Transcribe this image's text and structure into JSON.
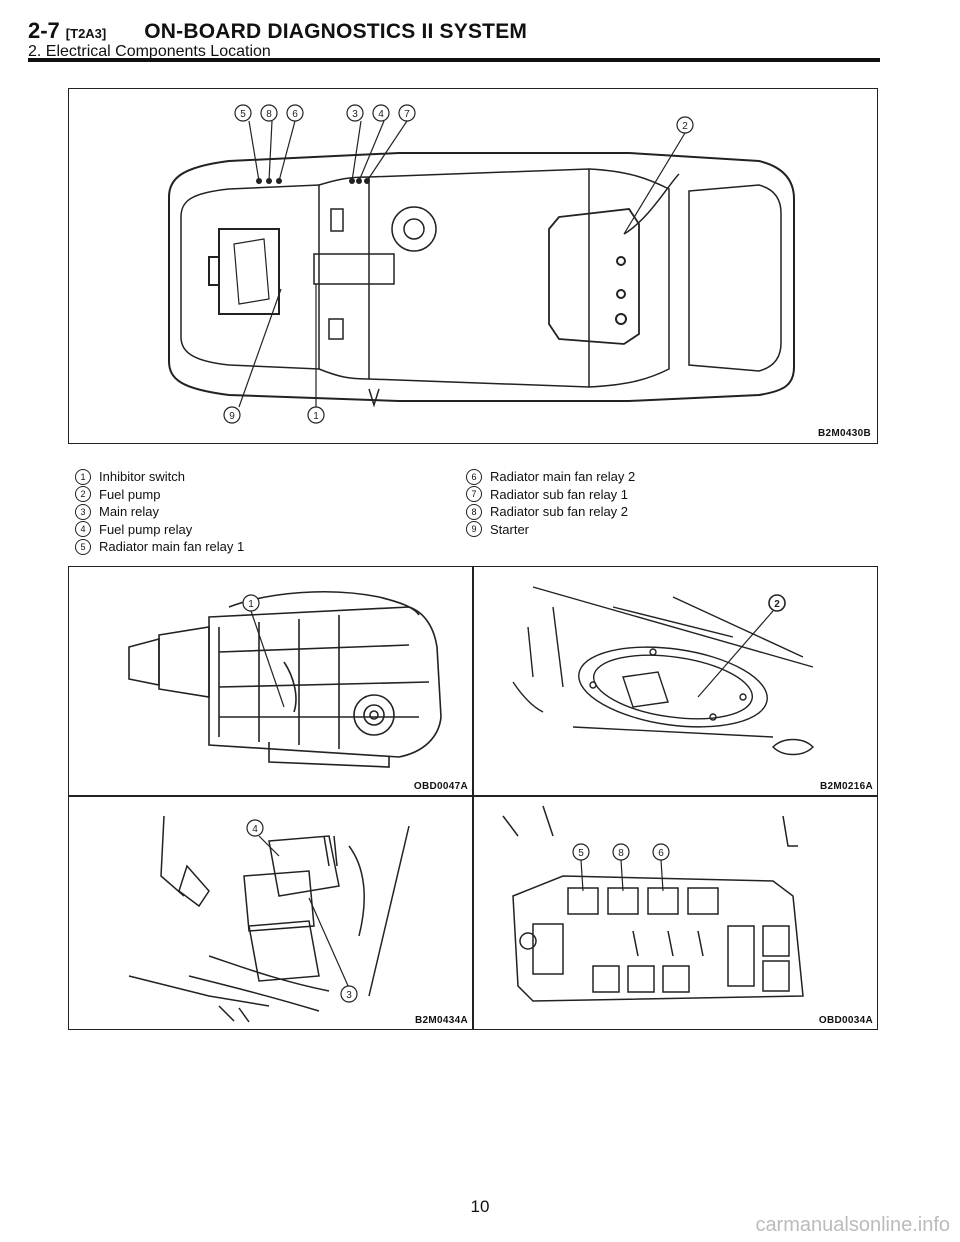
{
  "header": {
    "section_number": "2-7",
    "section_code": "[T2A3]",
    "title": "ON-BOARD DIAGNOSTICS II SYSTEM",
    "subtitle": "2. Electrical Components Location"
  },
  "main_figure": {
    "code": "B2M0430B",
    "callouts": [
      "5",
      "8",
      "6",
      "3",
      "4",
      "7",
      "2",
      "9",
      "1"
    ]
  },
  "legend": {
    "left": [
      {
        "num": "1",
        "label": "Inhibitor switch"
      },
      {
        "num": "2",
        "label": "Fuel pump"
      },
      {
        "num": "3",
        "label": "Main relay"
      },
      {
        "num": "4",
        "label": "Fuel pump relay"
      },
      {
        "num": "5",
        "label": "Radiator main fan relay 1"
      }
    ],
    "right": [
      {
        "num": "6",
        "label": "Radiator main fan relay 2"
      },
      {
        "num": "7",
        "label": "Radiator sub fan relay 1"
      },
      {
        "num": "8",
        "label": "Radiator sub fan relay 2"
      },
      {
        "num": "9",
        "label": "Starter"
      }
    ]
  },
  "detail_figures": {
    "top_left_code": "OBD0047A",
    "top_right_code": "B2M0216A",
    "bottom_left_code": "B2M0434A",
    "bottom_right_code": "OBD0034A"
  },
  "page_number": "10",
  "watermark": "carmanualsonline.info"
}
